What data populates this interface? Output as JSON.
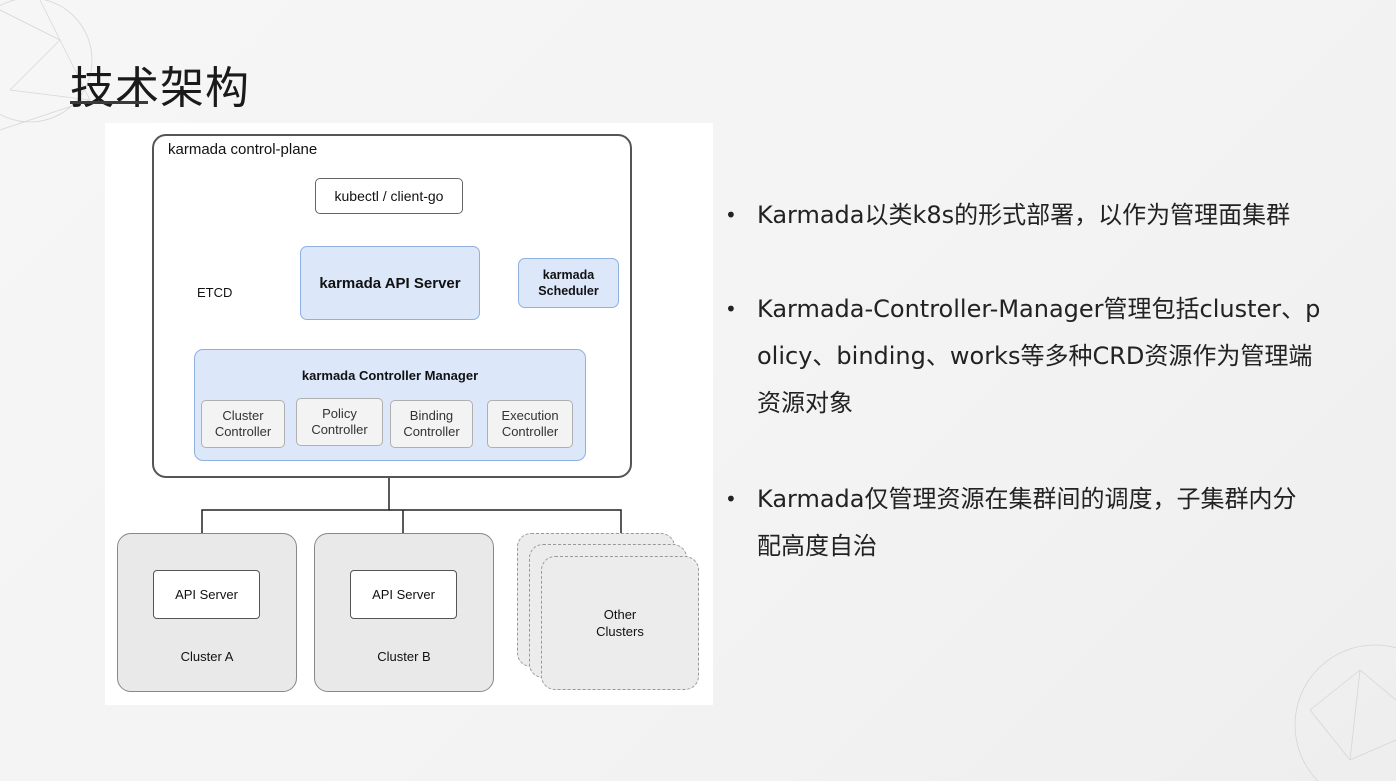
{
  "slide": {
    "title": "技术架构",
    "bullets": [
      "Karmada以类k8s的形式部署，以作为管理面集群",
      "Karmada-Controller-Manager管理包括cluster、policy、binding、works等多种CRD资源作为管理端资源对象",
      "Karmada仅管理资源在集群间的调度，子集群内分配高度自治"
    ]
  },
  "diagram": {
    "control_plane_label": "karmada control-plane",
    "kubectl_label": "kubectl / client-go",
    "etcd_label": "ETCD",
    "api_server_label": "karmada API Server",
    "scheduler_label": "karmada\nScheduler",
    "controller_manager_label": "karmada Controller Manager",
    "controllers": [
      "Cluster\nController",
      "Policy\nController",
      "Binding\nController",
      "Execution\nController"
    ],
    "clusters": [
      {
        "api_label": "API Server",
        "name": "Cluster A"
      },
      {
        "api_label": "API Server",
        "name": "Cluster B"
      }
    ],
    "other_clusters_label": "Other\nClusters"
  },
  "colors": {
    "component_fill": "#dce7fa",
    "component_border": "#8fb0e0",
    "cluster_fill": "#e9e9e9",
    "etcd_fill": "#c9c9d1"
  }
}
